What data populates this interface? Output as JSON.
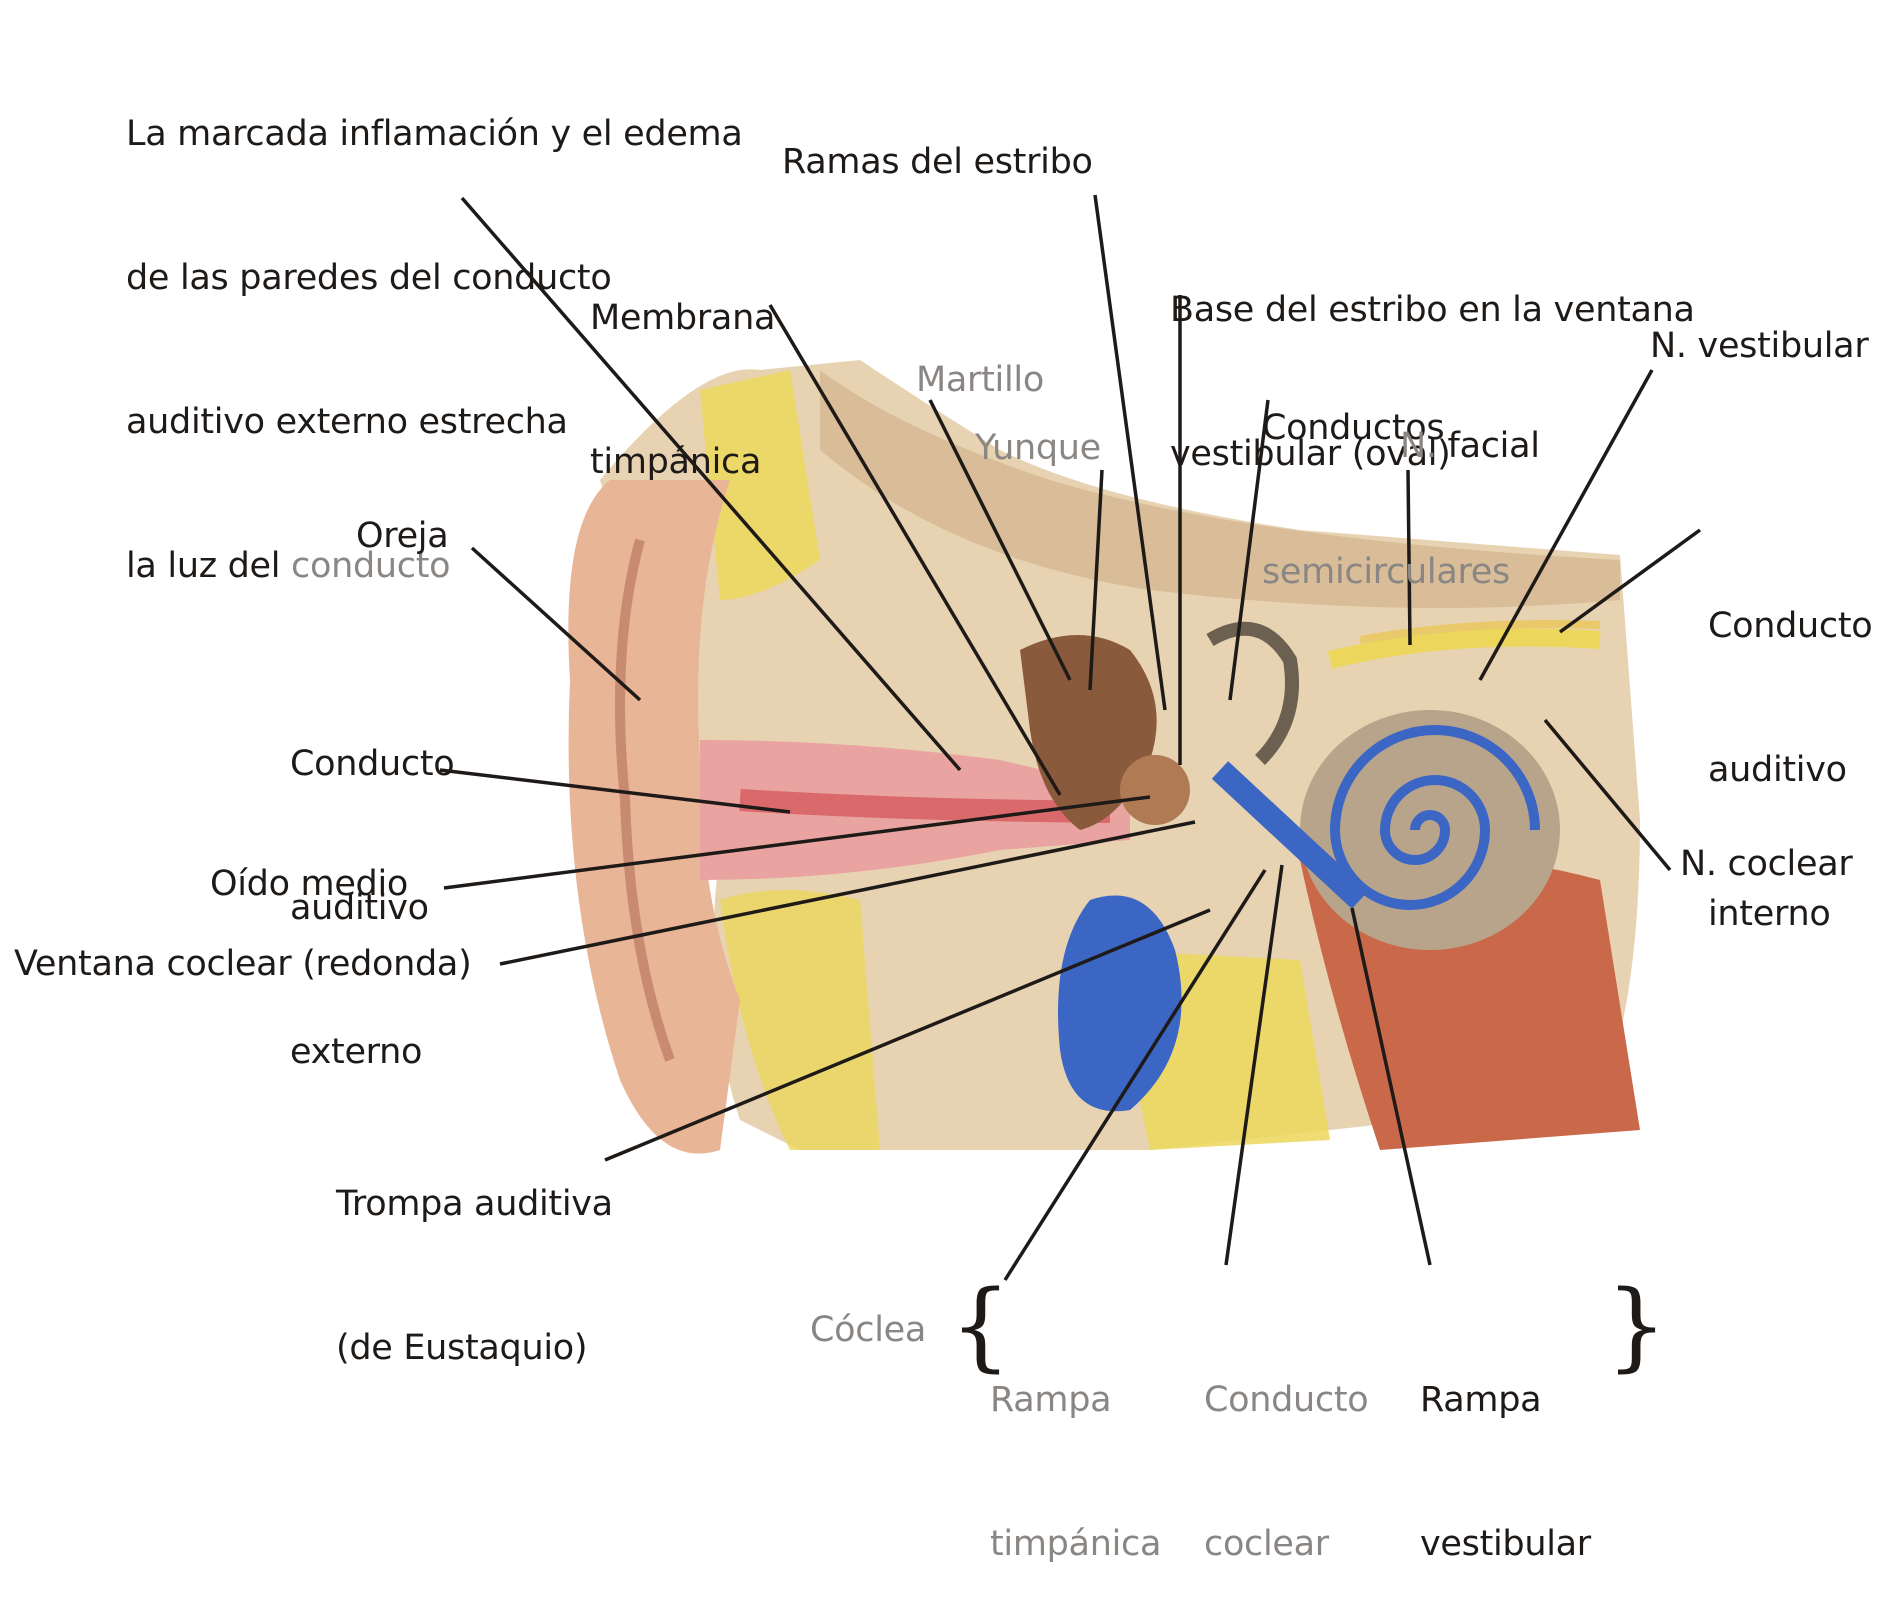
{
  "labels": {
    "inflamacion": [
      "La marcada inflamación y el edema",
      "de las paredes del conducto",
      "auditivo externo estrecha",
      "la luz del"
    ],
    "inflamacion_gray": "conducto",
    "ramas_estribo": "Ramas del estribo",
    "membrana": [
      "Membrana",
      "timpánica"
    ],
    "base_estribo": [
      "Base del estribo en la ventana",
      "vestibular (oval)"
    ],
    "conductos": "Conductos",
    "semicirculares": "semicirculares",
    "n_vestibular": "N. vestibular",
    "martillo": "Martillo",
    "yunque": "Yunque",
    "n_facial_n": "N.",
    "n_facial_facial": "facial",
    "oreja": "Oreja",
    "conducto_auditivo_interno": [
      "Conducto",
      "auditivo",
      "interno"
    ],
    "conducto_auditivo_externo": [
      "Conducto",
      "auditivo",
      "externo"
    ],
    "oido_medio": "Oído medio",
    "n_coclear": "N. coclear",
    "ventana_coclear": "Ventana coclear (redonda)",
    "trompa": [
      "Trompa auditiva",
      "(de Eustaquio)"
    ],
    "coclea": "Cóclea",
    "rampa_timpanica": [
      "Rampa",
      "timpánica"
    ],
    "conducto_coclear": [
      "Conducto",
      "coclear"
    ],
    "rampa_vestibular": [
      "Rampa",
      "vestibular"
    ]
  },
  "colors": {
    "text": "#1e1a18",
    "gray_text": "#8a8684",
    "bone": "#e7d3b2",
    "skin": "#e8b596",
    "canal_red": "#d9696a",
    "blue": "#3c66c4",
    "yellow": "#ecd75c",
    "muscle": "#c9694a"
  }
}
